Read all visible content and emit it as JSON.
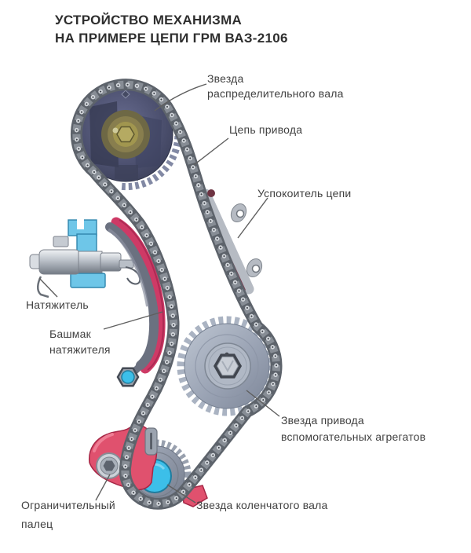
{
  "title": {
    "line1": "УСТРОЙСТВО МЕХАНИЗМА",
    "line2": "НА ПРИМЕРЕ ЦЕПИ ГРМ ВАЗ-2106"
  },
  "labels": {
    "camshaft_sprocket": {
      "line1": "Звезда",
      "line2": "распределительного вала"
    },
    "drive_chain": {
      "line1": "Цепь привода"
    },
    "chain_damper": {
      "line1": "Успокоитель цепи"
    },
    "tensioner": {
      "line1": "Натяжитель"
    },
    "tensioner_shoe": {
      "line1": "Башмак",
      "line2": "натяжителя"
    },
    "aux_drive_sprocket": {
      "line1": "Звезда привода",
      "line2": "вспомогательных агрегатов"
    },
    "crankshaft_sprocket": {
      "line1": "Звезда коленчатого вала"
    },
    "limit_pin": {
      "line1": "Ограничительный",
      "line2": "палец"
    }
  },
  "colors": {
    "shoe_red": "#ce3a66",
    "tensioner_blue": "#6ec6e8",
    "hub_cyan": "#3cbfe9",
    "pin_bracket_red": "#e0516e",
    "chain_gray": "#5d636b",
    "label_text": "#414141",
    "title_text": "#2e2e2e"
  }
}
